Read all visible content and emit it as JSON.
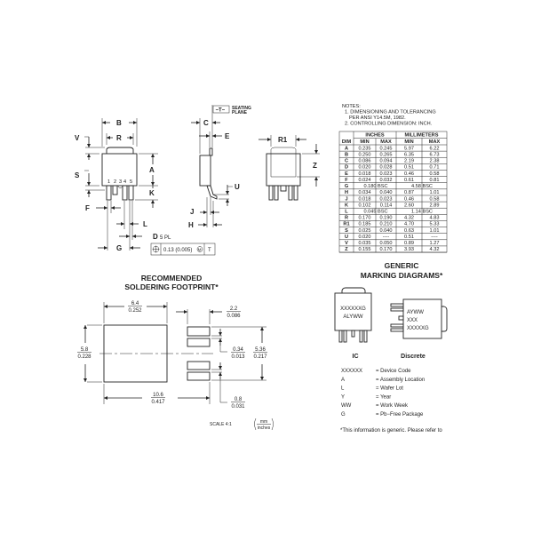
{
  "package_drawing": {
    "labels": {
      "B": "B",
      "R": "R",
      "V": "V",
      "A": "A",
      "S": "S",
      "K": "K",
      "F": "F",
      "L": "L",
      "D": "D",
      "D_note": "5 PL",
      "G": "G",
      "C": "C",
      "E": "E",
      "U": "U",
      "J": "J",
      "H": "H",
      "R1": "R1",
      "Z": "Z",
      "T": "−T−",
      "seating_1": "SEATING",
      "seating_2": "PLANE"
    },
    "pin_numbers": [
      "1",
      "2",
      "3",
      "4",
      "5"
    ],
    "tolerance": {
      "value": "0.13 (0.005)",
      "modifier": "M",
      "datum": "T"
    }
  },
  "notes": {
    "title": "NOTES:",
    "lines": [
      "1. DIMENSIONING AND TOLERANCING",
      "PER ANSI Y14.5M, 1982.",
      "2. CONTROLLING DIMENSION: INCH."
    ]
  },
  "dim_table": {
    "group_headers": [
      "INCHES",
      "MILLIMETERS"
    ],
    "headers": [
      "DIM",
      "MIN",
      "MAX",
      "MIN",
      "MAX"
    ],
    "rows": [
      [
        "A",
        "0.235",
        "0.245",
        "5.97",
        "6.22"
      ],
      [
        "B",
        "0.250",
        "0.265",
        "6.35",
        "6.73"
      ],
      [
        "C",
        "0.086",
        "0.094",
        "2.19",
        "2.38"
      ],
      [
        "D",
        "0.020",
        "0.028",
        "0.51",
        "0.71"
      ],
      [
        "E",
        "0.018",
        "0.023",
        "0.46",
        "0.58"
      ],
      [
        "F",
        "0.024",
        "0.032",
        "0.61",
        "0.81"
      ],
      [
        "G",
        "0.180 BSC",
        "",
        "4.58 BSC",
        ""
      ],
      [
        "H",
        "0.034",
        "0.040",
        "0.87",
        "1.01"
      ],
      [
        "J",
        "0.018",
        "0.023",
        "0.46",
        "0.58"
      ],
      [
        "K",
        "0.102",
        "0.114",
        "2.60",
        "2.89"
      ],
      [
        "L",
        "0.045 BSC",
        "",
        "1.14 BSC",
        ""
      ],
      [
        "R",
        "0.170",
        "0.190",
        "4.32",
        "4.83"
      ],
      [
        "R1",
        "0.185",
        "0.210",
        "4.70",
        "5.33"
      ],
      [
        "S",
        "0.025",
        "0.040",
        "0.63",
        "1.01"
      ],
      [
        "U",
        "0.020",
        "----",
        "0.51",
        "----"
      ],
      [
        "V",
        "0.035",
        "0.050",
        "0.89",
        "1.27"
      ],
      [
        "Z",
        "0.155",
        "0.170",
        "3.93",
        "4.32"
      ]
    ]
  },
  "footprint": {
    "title_1": "RECOMMENDED",
    "title_2": "SOLDERING FOOTPRINT*",
    "dims": {
      "w_mm": "6.4",
      "w_in": "0.252",
      "pad_mm": "2.2",
      "pad_in": "0.086",
      "h_mm": "5.8",
      "h_in": "0.228",
      "gap_mm": "0.34",
      "gap_in": "0.013",
      "span_mm": "5.36",
      "span_in": "0.217",
      "total_mm": "10.6",
      "total_in": "0.417",
      "pw_mm": "0.8",
      "pw_in": "0.031"
    },
    "scale": "SCALE 4:1",
    "unit_top": "mm",
    "unit_bottom": "inches"
  },
  "marking": {
    "title_1": "GENERIC",
    "title_2": "MARKING DIAGRAMS*",
    "ic_line1": "XXXXXXG",
    "ic_line2": "ALYWW",
    "disc_line1": "AYWW",
    "disc_line2": "XXX",
    "disc_line3": "XXXXXG",
    "ic_label": "IC",
    "discrete_label": "Discrete",
    "legend": [
      [
        "XXXXXX",
        "= Device Code"
      ],
      [
        "A",
        "= Assembly Location"
      ],
      [
        "L",
        "= Wafer Lot"
      ],
      [
        "Y",
        "=  Year"
      ],
      [
        "WW",
        "= Work Week"
      ],
      [
        "G",
        "= Pb−Free Package"
      ]
    ],
    "footnote": "*This information is generic. Please refer to"
  }
}
